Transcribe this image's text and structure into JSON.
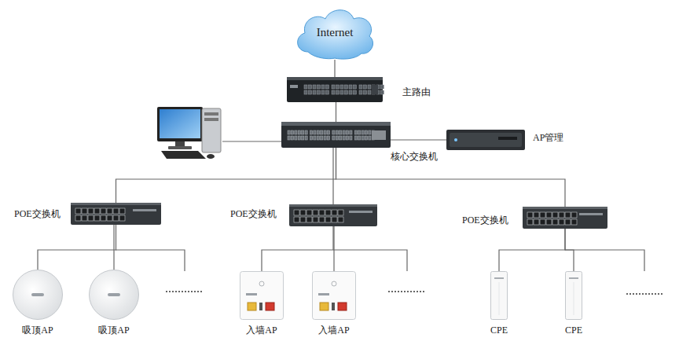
{
  "diagram": {
    "nodes": [
      {
        "text": [
          "Internet"
        ]
      },
      {
        "text": [
          "主路由"
        ]
      },
      {
        "text": [
          "核心交换机"
        ]
      },
      {
        "text": [
          "AP管理"
        ]
      },
      {
        "text": [
          "POE交换机"
        ]
      },
      {
        "text": [
          "POE交换机"
        ]
      },
      {
        "text": [
          "POE交换机"
        ]
      },
      {
        "text": [
          "吸顶AP"
        ]
      },
      {
        "text": [
          "吸顶AP"
        ]
      },
      {
        "text": [
          "入墙AP"
        ]
      },
      {
        "text": [
          "入墙AP"
        ]
      },
      {
        "text": [
          "CPE"
        ]
      },
      {
        "text": [
          "CPE"
        ]
      }
    ],
    "edges": [
      {
        "from": 0,
        "to": 1,
        "arrow": "none"
      },
      {
        "from": 1,
        "to": 2,
        "arrow": "none"
      },
      {
        "from": 2,
        "to": 3,
        "arrow": "none"
      },
      {
        "from": 2,
        "to": 4,
        "arrow": "none"
      },
      {
        "from": 2,
        "to": 5,
        "arrow": "none"
      },
      {
        "from": 2,
        "to": 6,
        "arrow": "none"
      },
      {
        "from": 4,
        "to": 7,
        "arrow": "none"
      },
      {
        "from": 4,
        "to": 8,
        "arrow": "none"
      },
      {
        "from": 5,
        "to": 9,
        "arrow": "none"
      },
      {
        "from": 5,
        "to": 10,
        "arrow": "none"
      },
      {
        "from": 6,
        "to": 11,
        "arrow": "none"
      },
      {
        "from": 6,
        "to": 12,
        "arrow": "none"
      }
    ]
  }
}
